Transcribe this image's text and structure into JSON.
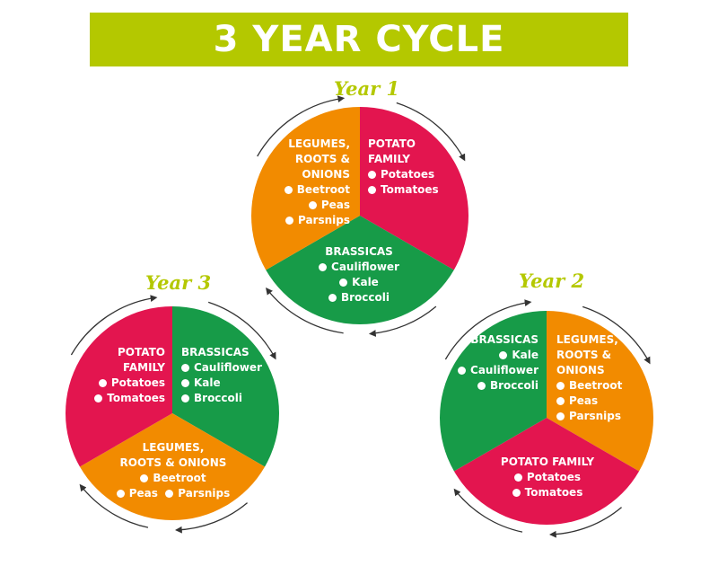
{
  "title": "3 YEAR CYCLE",
  "colors": {
    "banner": "#b4c800",
    "label": "#b4c800",
    "potato": "#e3154f",
    "brassica": "#179b48",
    "legume": "#f28b00",
    "arrow": "#333333"
  },
  "icons": {
    "arrow": "curved-arrow-icon",
    "bullet": "bullet-dot-icon"
  },
  "wheels": [
    {
      "label": "Year 1",
      "segments": [
        {
          "heading": [
            "LEGUMES,",
            "ROOTS &",
            "ONIONS"
          ],
          "items": [
            "Beetroot",
            "Peas",
            "Parsnips"
          ]
        },
        {
          "heading": [
            "POTATO",
            "FAMILY"
          ],
          "items": [
            "Potatoes",
            "Tomatoes"
          ]
        },
        {
          "heading": [
            "BRASSICAS"
          ],
          "items": [
            "Cauliflower",
            "Kale",
            "Broccoli"
          ]
        }
      ]
    },
    {
      "label": "Year 2",
      "segments": [
        {
          "heading": [
            "BRASSICAS"
          ],
          "items": [
            "Kale",
            "Cauliflower",
            "Broccoli"
          ]
        },
        {
          "heading": [
            "LEGUMES,",
            "ROOTS &",
            "ONIONS"
          ],
          "items": [
            "Beetroot",
            "Peas",
            "Parsnips"
          ]
        },
        {
          "heading": [
            "POTATO FAMILY"
          ],
          "items": [
            "Potatoes",
            "Tomatoes"
          ]
        }
      ]
    },
    {
      "label": "Year 3",
      "segments": [
        {
          "heading": [
            "POTATO",
            "FAMILY"
          ],
          "items": [
            "Potatoes",
            "Tomatoes"
          ]
        },
        {
          "heading": [
            "BRASSICAS"
          ],
          "items": [
            "Cauliflower",
            "Kale",
            "Broccoli"
          ]
        },
        {
          "heading": [
            "LEGUMES,",
            "ROOTS & ONIONS"
          ],
          "items": [
            "Beetroot"
          ],
          "items_inline": [
            "Peas",
            "Parsnips"
          ]
        }
      ]
    }
  ]
}
